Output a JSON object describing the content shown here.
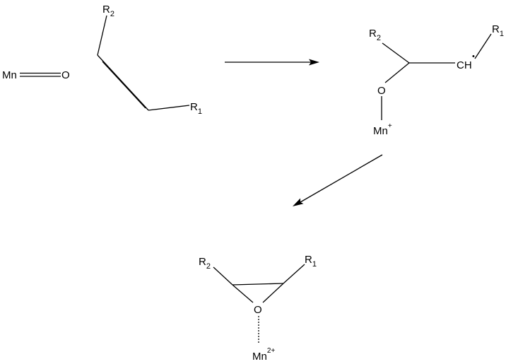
{
  "reactants": {
    "oxo": {
      "metal": "Mn",
      "oxygen": "O"
    },
    "alkene": {
      "sub_top": {
        "base": "R",
        "sub": "2"
      },
      "sub_bottom": {
        "base": "R",
        "sub": "1"
      }
    }
  },
  "intermediate": {
    "sub_left": {
      "base": "R",
      "sub": "2"
    },
    "sub_right": {
      "base": "R",
      "sub": "1"
    },
    "radical_carbon": "CH",
    "radical_dot": "•",
    "oxygen": "O",
    "metal": {
      "base": "Mn",
      "sup": "+"
    }
  },
  "product": {
    "sub_left": {
      "base": "R",
      "sub": "2"
    },
    "sub_right": {
      "base": "R",
      "sub": "1"
    },
    "oxygen": "O",
    "metal": {
      "base": "Mn",
      "sup": "2+"
    }
  }
}
